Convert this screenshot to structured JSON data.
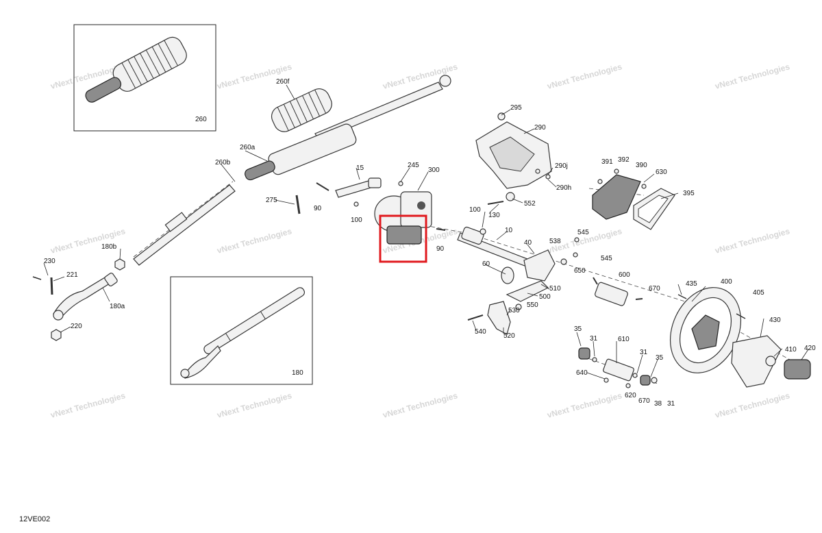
{
  "diagram": {
    "drawing_code": "12VE002",
    "watermark": "vNext Technologies",
    "inset_labels": [
      "260",
      "180"
    ],
    "callouts": [
      "260f",
      "260a",
      "260b",
      "275",
      "90",
      "15",
      "245",
      "300",
      "100",
      "290",
      "295",
      "290j",
      "290h",
      "552",
      "130",
      "391",
      "392",
      "390",
      "630",
      "395",
      "10",
      "40",
      "538",
      "545",
      "545",
      "180b",
      "230",
      "221",
      "180a",
      "220",
      "90",
      "100",
      "60",
      "650",
      "600",
      "670",
      "510",
      "500",
      "550",
      "530",
      "540",
      "520",
      "435",
      "400",
      "405",
      "430",
      "410",
      "420",
      "35",
      "31",
      "610",
      "31",
      "35",
      "640",
      "620",
      "670",
      "38",
      "31"
    ],
    "highlight_color": "#e0191e"
  }
}
